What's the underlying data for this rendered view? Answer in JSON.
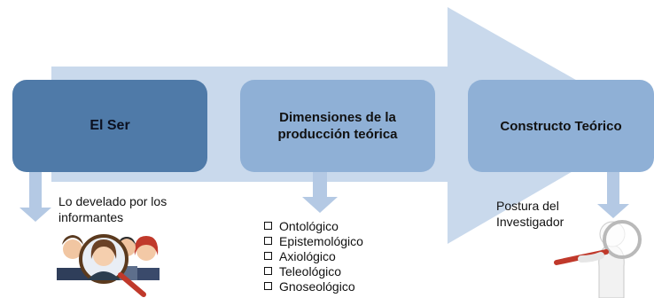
{
  "nodes": [
    {
      "id": "el-ser",
      "label": "El Ser"
    },
    {
      "id": "dimensiones",
      "label": "Dimensiones de la producción teórica"
    },
    {
      "id": "constructo",
      "label": "Constructo Teórico"
    }
  ],
  "annotations": {
    "el_ser": "Lo develado por los informantes",
    "constructo": "Postura del Investigador"
  },
  "dimensiones_list": [
    "Ontológico",
    "Epistemológico",
    "Axiológico",
    "Teleológico",
    "Gnoseológico"
  ],
  "icons": {
    "people": "people-with-magnifier-icon",
    "investigator": "figure-with-magnifier-icon"
  },
  "colors": {
    "big_arrow": "#c9d9ec",
    "node_dark": "#4f7aa8",
    "node_light": "#8fb0d6",
    "down_arrow": "#b4c9e4"
  }
}
